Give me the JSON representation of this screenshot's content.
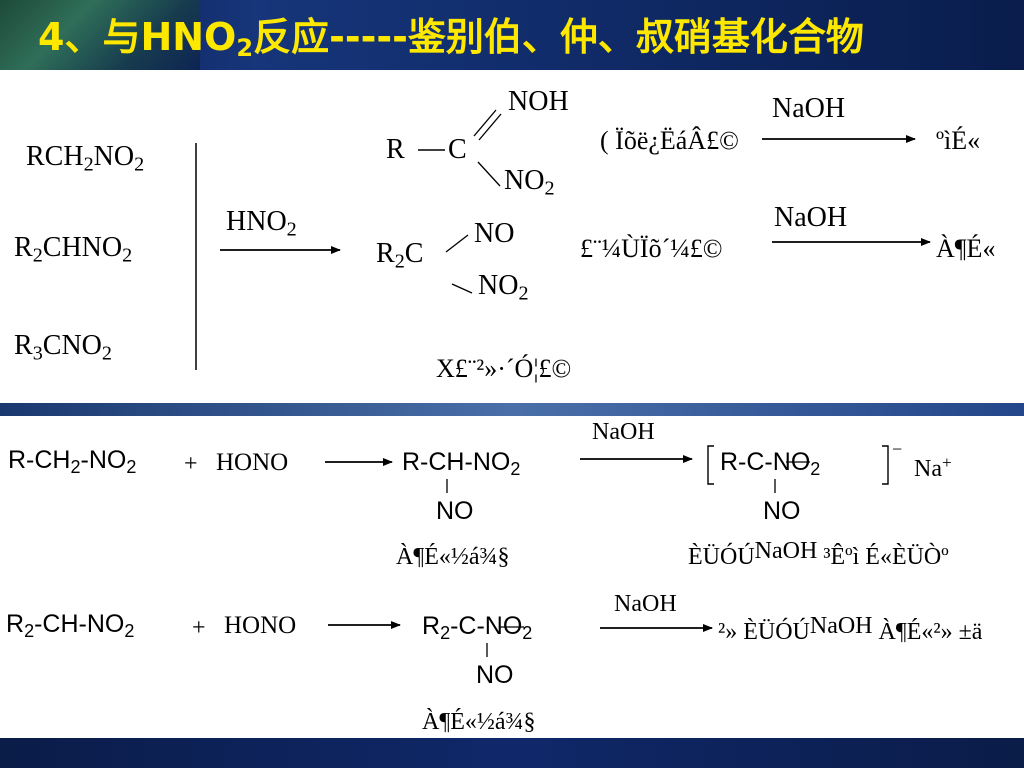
{
  "header": {
    "title_prefix": "4、与HNO",
    "title_sub": "2",
    "title_suffix": "反应-----鉴别伯、仲、叔硝基化合物"
  },
  "top_panel": {
    "reactants": [
      {
        "a": "RCH",
        "s1": "2",
        "b": "NO",
        "s2": "2"
      },
      {
        "a": "R",
        "s1": "2",
        "b": "CHNO",
        "s2": "2"
      },
      {
        "a": "R",
        "s1": "3",
        "b": "CNO",
        "s2": "2"
      }
    ],
    "reagent": {
      "a": "HNO",
      "s": "2"
    },
    "p1": {
      "r": "R",
      "c": "C",
      "noh": "NOH",
      "no2": "NO",
      "no2_sub": "2"
    },
    "p1_note": "( Ïõë¿ËáÂ£©",
    "p1_base": "NaOH",
    "p1_result": "ºìÉ«",
    "p2": {
      "r": "R",
      "r_sub": "2",
      "c": "C",
      "no": "NO",
      "no2": "NO",
      "no2_sub": "2"
    },
    "p2_note": "£¨¼ÙÏõ´¼£©",
    "p2_base": "NaOH",
    "p2_result": "À¶É«",
    "p3_note": "X£¨²»·´Ó¦£©"
  },
  "row1": {
    "reactant": {
      "a": "R-CH",
      "s": "2",
      "b": "-NO",
      "s2": "2"
    },
    "plus": "+",
    "hono": "HONO",
    "product": {
      "a": "R-CH-NO",
      "s": "2",
      "no": "NO"
    },
    "product_note": "À¶É«½á¾§",
    "base": "NaOH",
    "salt": {
      "a": "R-C-NO",
      "s": "2",
      "charge": "−",
      "na": "Na",
      "na_charge": "+",
      "no": "NO"
    },
    "salt_note_a": "ÈÜÓÚ",
    "salt_note_b": "NaOH",
    "salt_note_c": "³Êºì É«ÈÜÒº"
  },
  "row2": {
    "reactant": {
      "a": "R",
      "s": "2",
      "b": "-CH-NO",
      "s2": "2"
    },
    "plus": "+",
    "hono": "HONO",
    "product": {
      "a": "R",
      "s": "2",
      "b": "-C-NO",
      "s2": "2",
      "no": "NO"
    },
    "product_note": "À¶É«½á¾§",
    "base": "NaOH",
    "note_a": "²» ÈÜÓÚ",
    "note_b": "NaOH",
    "note_c": "À¶É«²» ±ä"
  }
}
